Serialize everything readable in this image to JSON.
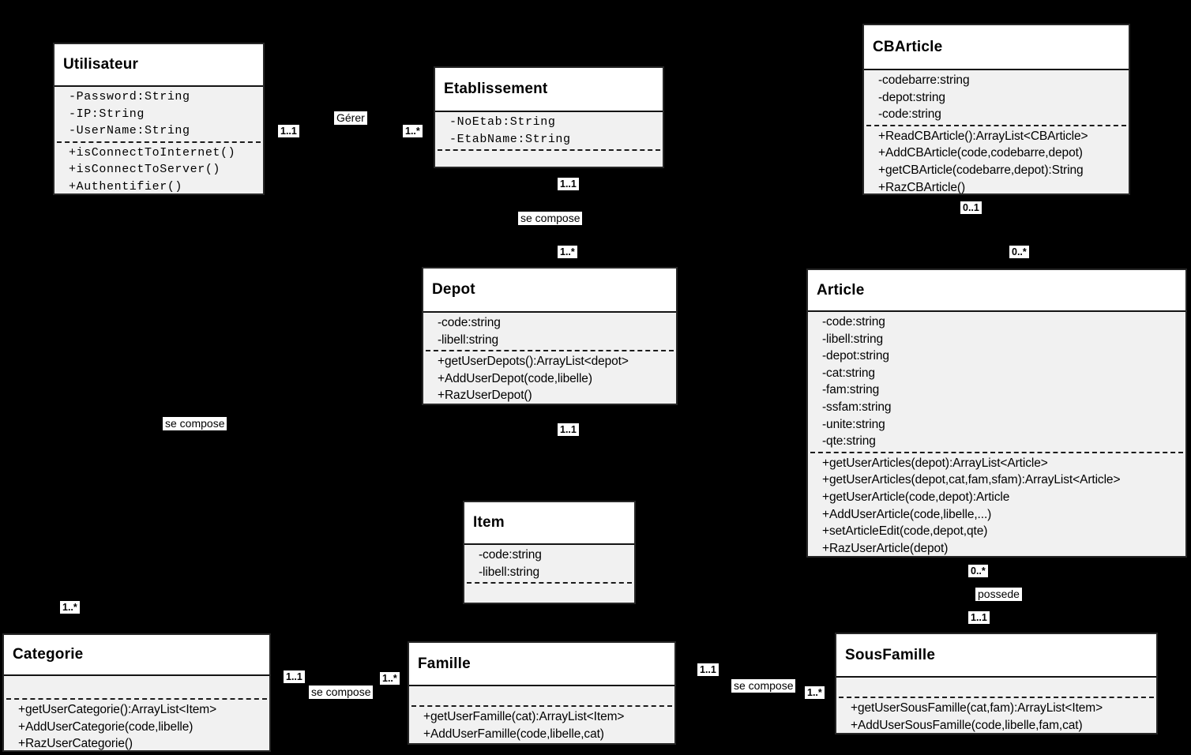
{
  "diagram": {
    "title": "UML class diagram",
    "colors": {
      "canvas_bg": "#000000",
      "class_header_bg": "#ffffff",
      "class_body_bg": "#f1f1f1",
      "border": "#262626",
      "text": "#000000",
      "label_bg": "#ffffff"
    },
    "classes": [
      {
        "name": "Utilisateur",
        "attributes": [
          "-Password:String",
          "-IP:String",
          "-UserName:String"
        ],
        "methods": [
          "+isConnectToInternet()",
          "+isConnectToServer()",
          "+Authentifier()"
        ]
      },
      {
        "name": "Etablissement",
        "attributes": [
          "-NoEtab:String",
          "-EtabName:String"
        ],
        "methods": []
      },
      {
        "name": "CBArticle",
        "attributes": [
          "-codebarre:string",
          "-depot:string",
          "-code:string"
        ],
        "methods": [
          "+ReadCBArticle():ArrayList<CBArticle>",
          "+AddCBArticle(code,codebarre,depot)",
          "+getCBArticle(codebarre,depot):String",
          "+RazCBArticle()"
        ]
      },
      {
        "name": "Depot",
        "attributes": [
          "-code:string",
          "-libell:string"
        ],
        "methods": [
          "+getUserDepots():ArrayList<depot>",
          "+AddUserDepot(code,libelle)",
          "+RazUserDepot()"
        ]
      },
      {
        "name": "Article",
        "attributes": [
          "-code:string",
          "-libell:string",
          "-depot:string",
          "-cat:string",
          "-fam:string",
          "-ssfam:string",
          "-unite:string",
          "-qte:string"
        ],
        "methods": [
          "+getUserArticles(depot):ArrayList<Article>",
          "+getUserArticles(depot,cat,fam,sfam):ArrayList<Article>",
          "+getUserArticle(code,depot):Article",
          "+AddUserArticle(code,libelle,...)",
          "+setArticleEdit(code,depot,qte)",
          "+RazUserArticle(depot)"
        ]
      },
      {
        "name": "Item",
        "attributes": [
          "-code:string",
          "-libell:string"
        ],
        "methods": []
      },
      {
        "name": "Categorie",
        "attributes": [],
        "methods": [
          "+getUserCategorie():ArrayList<Item>",
          "+AddUserCategorie(code,libelle)",
          "+RazUserCategorie()"
        ]
      },
      {
        "name": "Famille",
        "attributes": [],
        "methods": [
          "+getUserFamille(cat):ArrayList<Item>",
          "+AddUserFamille(code,libelle,cat)"
        ]
      },
      {
        "name": "SousFamille",
        "attributes": [],
        "methods": [
          "+getUserSousFamille(cat,fam):ArrayList<Item>",
          "+AddUserSousFamille(code,libelle,fam,cat)"
        ]
      }
    ],
    "labels": [
      {
        "text": "1..1",
        "kind": "multiplicity"
      },
      {
        "text": "Gérer",
        "kind": "association"
      },
      {
        "text": "1..*",
        "kind": "multiplicity"
      },
      {
        "text": "1..1",
        "kind": "multiplicity"
      },
      {
        "text": "se compose",
        "kind": "association"
      },
      {
        "text": "1..*",
        "kind": "multiplicity"
      },
      {
        "text": "0..1",
        "kind": "multiplicity"
      },
      {
        "text": "0..*",
        "kind": "multiplicity"
      },
      {
        "text": "1..1",
        "kind": "multiplicity"
      },
      {
        "text": "se compose",
        "kind": "association"
      },
      {
        "text": "1..*",
        "kind": "multiplicity"
      },
      {
        "text": "0..*",
        "kind": "multiplicity"
      },
      {
        "text": "possede",
        "kind": "association"
      },
      {
        "text": "1..1",
        "kind": "multiplicity"
      },
      {
        "text": "1..1",
        "kind": "multiplicity"
      },
      {
        "text": "se compose",
        "kind": "association"
      },
      {
        "text": "1..*",
        "kind": "multiplicity"
      },
      {
        "text": "1..1",
        "kind": "multiplicity"
      },
      {
        "text": "se compose",
        "kind": "association"
      },
      {
        "text": "1..*",
        "kind": "multiplicity"
      }
    ]
  }
}
